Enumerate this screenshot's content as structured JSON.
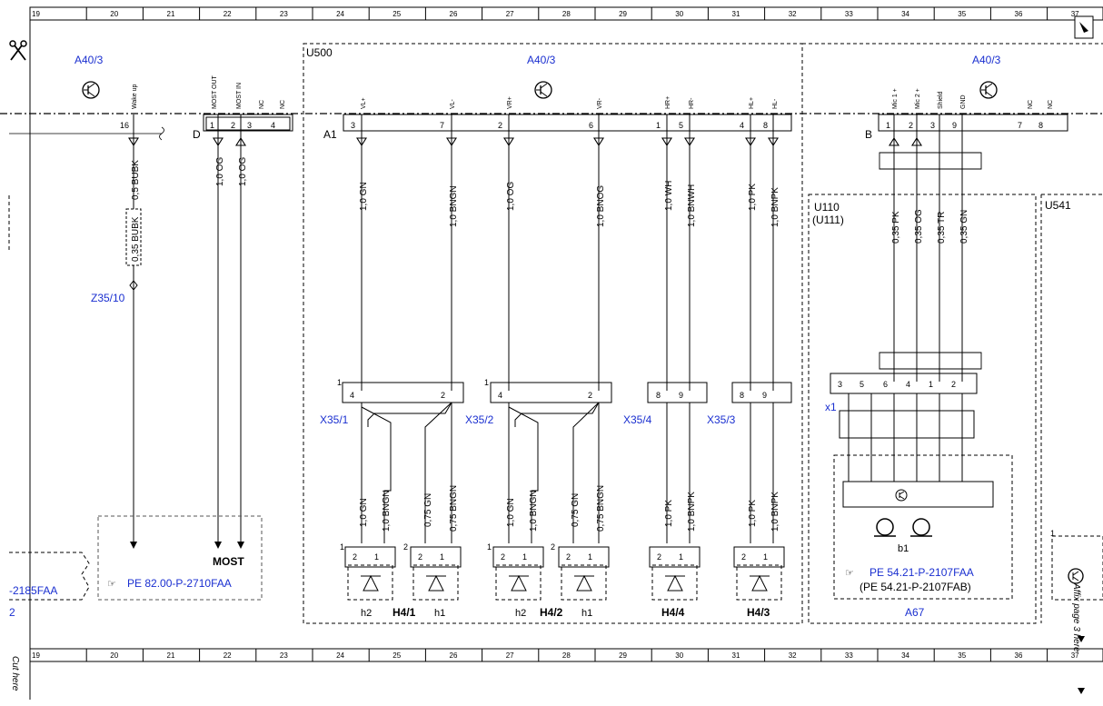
{
  "grid": {
    "top_numbers": [
      "19",
      "20",
      "21",
      "22",
      "23",
      "24",
      "25",
      "26",
      "27",
      "28",
      "29",
      "30",
      "31",
      "32",
      "33",
      "34",
      "35",
      "36",
      "37"
    ],
    "bottom_numbers": [
      "19",
      "20",
      "21",
      "22",
      "23",
      "24",
      "25",
      "26",
      "27",
      "28",
      "29",
      "30",
      "31",
      "32",
      "33",
      "34",
      "35",
      "36",
      "37"
    ]
  },
  "margins": {
    "cut_here": "Cut here",
    "affix_page": "Affix page 3 here"
  },
  "components": {
    "a40_3_left": "A40/3",
    "a40_3_center": "A40/3",
    "a40_3_right": "A40/3",
    "u500": "U500",
    "u110": "U110",
    "u111": "(U111)",
    "u541": "U541",
    "a1": "A1",
    "d": "D",
    "b": "B",
    "z35_10": "Z35/10",
    "x35_1": "X35/1",
    "x35_2": "X35/2",
    "x35_4": "X35/4",
    "x35_3": "X35/3",
    "x1": "x1",
    "b1": "b1",
    "a67": "A67",
    "most": "MOST",
    "h4_1": "H4/1",
    "h4_2": "H4/2",
    "h4_4": "H4/4",
    "h4_3": "H4/3",
    "h2_a": "h2",
    "h1_a": "h1",
    "h2_b": "h2",
    "h1_b": "h1"
  },
  "refs": {
    "pe_most": "PE 82.00-P-2710FAA",
    "pe_left": "-2185FAA",
    "page_left": "2",
    "pe_a67_1": "PE 54.21-P-2107FAA",
    "pe_a67_2": "(PE 54.21-P-2107FAB)"
  },
  "pins": {
    "wake_up": "Wake up",
    "most_out": "MOST OUT",
    "most_in": "MOST IN",
    "nc": "NC",
    "vl_plus": "VL+",
    "vl_minus": "VL-",
    "vr_plus": "VR+",
    "vr_minus": "VR-",
    "hr_plus": "HR+",
    "hr_minus": "HR-",
    "hl_plus": "HL+",
    "hl_minus": "HL-",
    "mic1": "Mic 1 +",
    "mic2": "Mic 2 +",
    "shield": "Shield",
    "gnd": "GND"
  },
  "wires": {
    "w1": "0,5 BUBK",
    "w1b": "0,35 BUBK",
    "w2": "1,0 OG",
    "w3": "1,0 OG",
    "w4": "1,0 GN",
    "w5": "1,0 BNGN",
    "w6": "1,0 OG",
    "w7": "1,0 BNOG",
    "w8": "1,0 WH",
    "w9": "1,0 BNWH",
    "w10": "1,0 PK",
    "w11": "1,0 BNPK",
    "w12": "0,35 PK",
    "w13": "0,35 OG",
    "w14": "0,35 TR",
    "w15": "0,35 GN",
    "s1": "1,0 GN",
    "s2": "1,0 BNGN",
    "s3": "0,75 GN",
    "s4": "0,75 BNGN",
    "s5": "1,0 GN",
    "s6": "1,0 BNGN",
    "s7": "0,75 GN",
    "s8": "0,75 BNGN",
    "s9": "1,0 PK",
    "s10": "1,0 BNPK",
    "s11": "1,0 PK",
    "s12": "1,0 BNPK"
  },
  "nums": {
    "p16": "16",
    "p1": "1",
    "p2": "2",
    "p3": "3",
    "p4": "4",
    "a3": "3",
    "a7": "7",
    "a2": "2",
    "a6": "6",
    "a1": "1",
    "a5": "5",
    "a4": "4",
    "a8": "8",
    "b1": "1",
    "b2": "2",
    "b3": "3",
    "b9": "9",
    "b7": "7",
    "b8": "8",
    "x4a": "4",
    "x2a": "2",
    "x4b": "4",
    "x2b": "2",
    "x8a": "8",
    "x9a": "9",
    "x8b": "8",
    "x9b": "9",
    "c1a": "1",
    "c1b": "1",
    "x1_3": "3",
    "x1_5": "5",
    "x1_6": "6",
    "x1_4": "4",
    "x1_1": "1",
    "x1_2": "2",
    "h2_2": "2",
    "h2_1": "1",
    "h1_2": "2",
    "h1_1": "1",
    "h2b_2": "2",
    "h2b_1": "1",
    "h1b_2": "2",
    "h1b_1": "1",
    "h44_2": "2",
    "h44_1": "1",
    "h43_2": "2",
    "h43_1": "1",
    "g1": "1",
    "g2": "2",
    "g1b": "1",
    "g2b": "2",
    "r1": "1"
  }
}
